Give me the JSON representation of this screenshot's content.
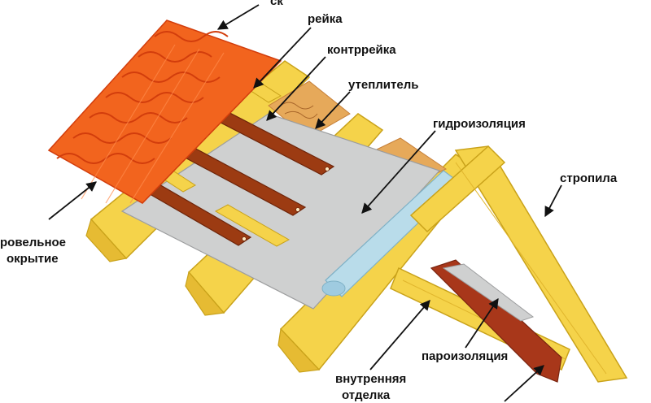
{
  "colors": {
    "wood": "#f5d34a",
    "wood_edge": "#c9a21a",
    "wood_grain": "#e0b52c",
    "counter_batten": "#9c3b12",
    "tile": "#f2641e",
    "tile_edge": "#d23d0c",
    "membrane": "#cfd0d0",
    "insulation": "#e6a95a",
    "vapor": "#b9dcea",
    "finish": "#a8371a"
  },
  "icons": [
    "arrow-icon"
  ],
  "labels": {
    "top_cut": "ск",
    "batten": "рейка",
    "counter_batten": "контррейка",
    "insulation": "утеплитель",
    "waterproofing": "гидроизоляция",
    "rafters": "стропила",
    "roofing_line1": "ровельное",
    "roofing_line2": "окрытие",
    "vapor_barrier": "пароизоляция",
    "interior_line1": "внутренняя",
    "interior_line2": "отделка"
  }
}
